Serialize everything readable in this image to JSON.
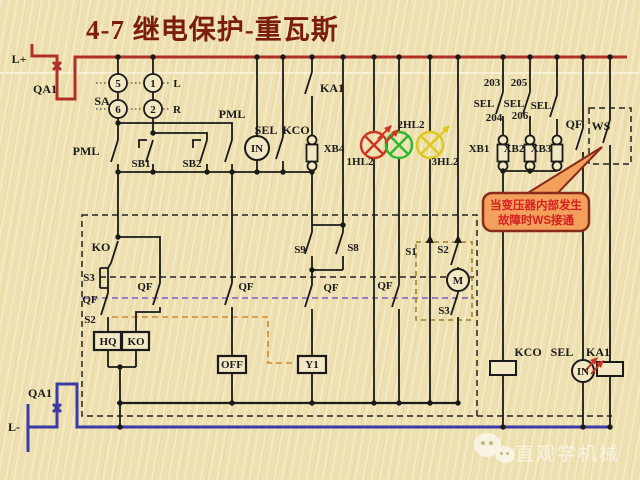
{
  "title": "4-7  继电保护-重瓦斯",
  "colors": {
    "background": "#eddfae",
    "bus_positive": "#b03028",
    "bus_negative": "#3a3aa8",
    "wire": "#1a1a1a",
    "lamp_red": "#cc3522",
    "lamp_green": "#2eb82e",
    "lamp_yellow": "#ddc91c",
    "dash_purple": "#7a5cc8",
    "dash_orange": "#d08830",
    "callout_fill": "#f2a05c",
    "callout_border": "#8a2a1a",
    "callout_text": "#d42020",
    "title_color": "#7a1c0e"
  },
  "rails": {
    "positive": "L+",
    "negative": "L-",
    "breaker": "QA1"
  },
  "selector": {
    "name": "SA",
    "c5": "5",
    "c1": "1",
    "c6": "6",
    "c2": "2",
    "left": "L",
    "right": "R"
  },
  "labels": {
    "pml": "PML",
    "sb1": "SB1",
    "sb2": "SB2",
    "sel": "SEL",
    "kco": "KCO",
    "ka1": "KA1",
    "xb4": "XB4",
    "xb1": "XB1",
    "xb2": "XB2",
    "xb3": "XB3",
    "hl1": "1HL2",
    "hl2": "2HL2",
    "hl3": "3HL2",
    "n203": "203",
    "n204": "204",
    "n205": "205",
    "n206": "206",
    "qf": "QF",
    "ws": "WS",
    "ko": "KO",
    "s1": "S1",
    "s2": "S2",
    "s3": "S3",
    "s8": "S8",
    "s9": "S9",
    "hq": "HQ",
    "off": "OFF",
    "y1": "Y1",
    "m": "M",
    "in": "IN"
  },
  "callout": {
    "line1": "当变压器内部发生",
    "line2": "故障时WS接通"
  },
  "watermark": {
    "text": "直观学机械"
  }
}
